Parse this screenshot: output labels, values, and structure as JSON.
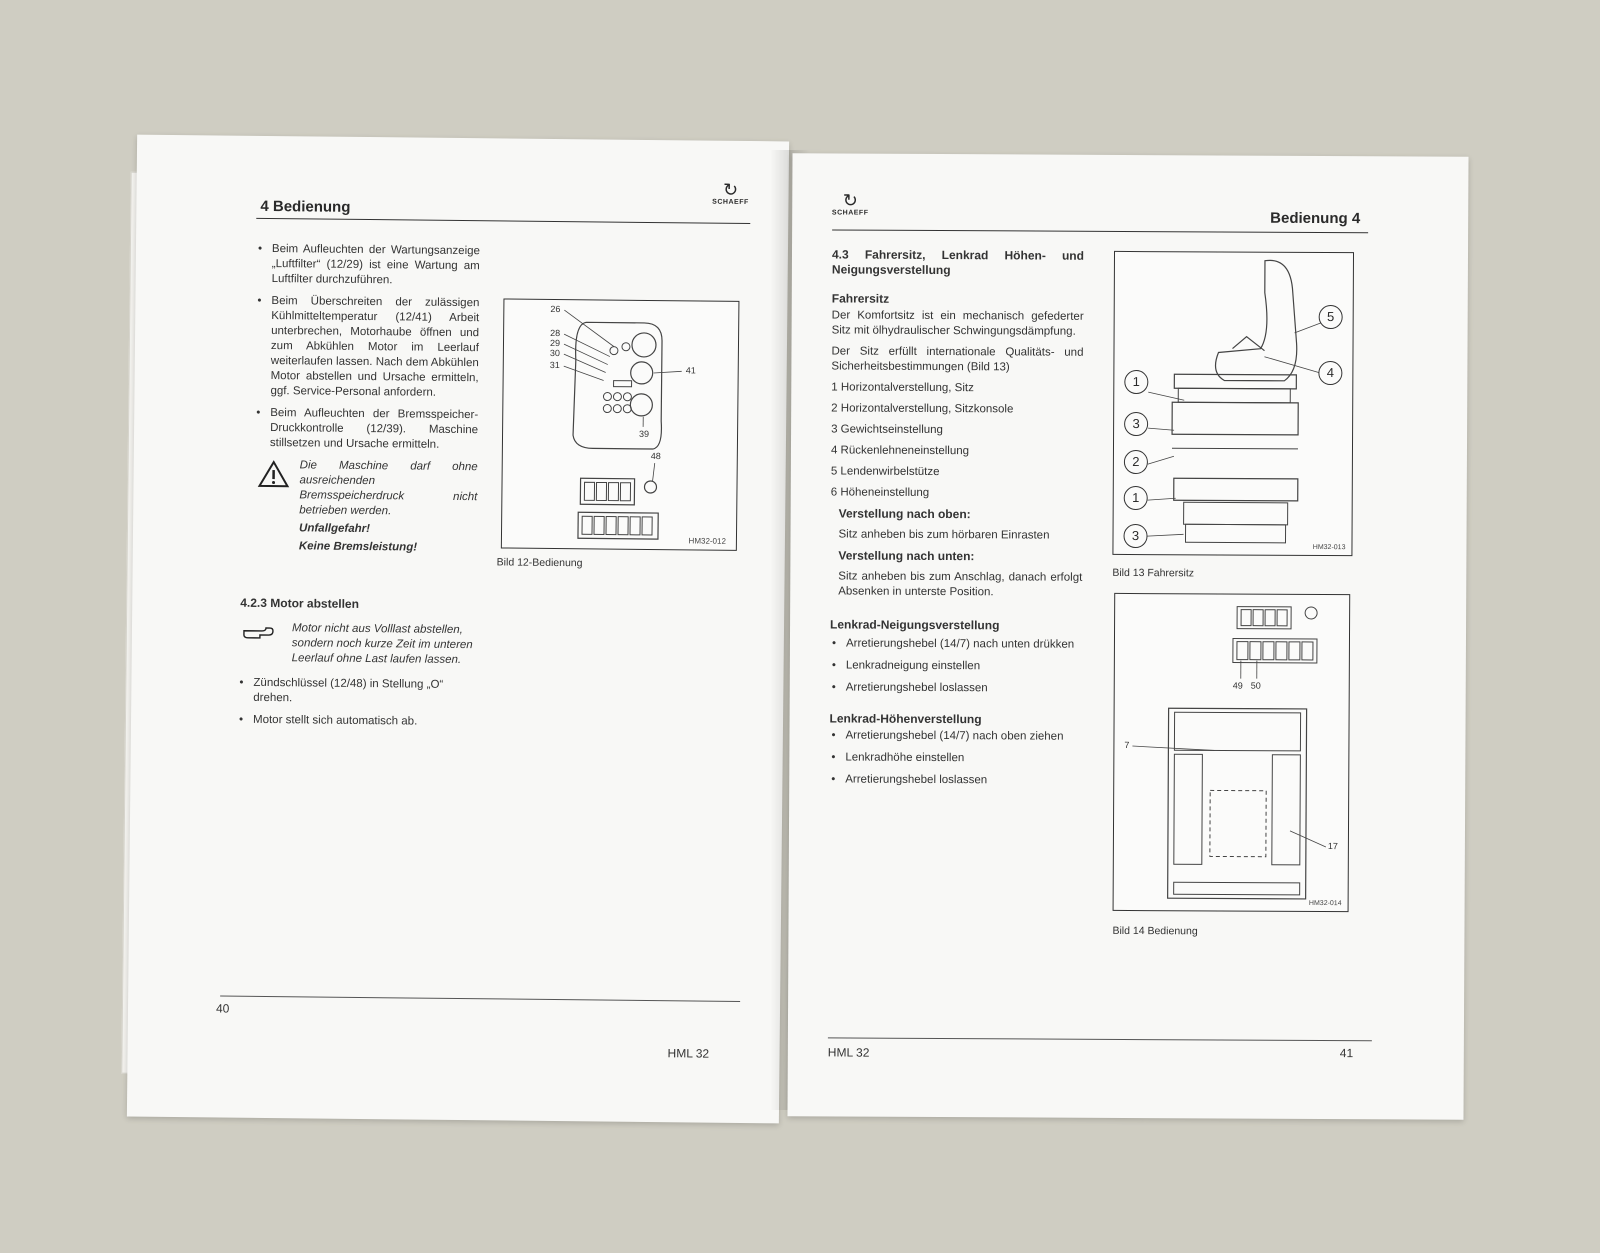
{
  "left": {
    "header": "4 Bedienung",
    "logo": "SCHAEFF",
    "bullets": [
      "Beim Aufleuchten der Wartungsanzeige „Luftfilter“ (12/29) ist eine Wartung am Luftfilter durchzuführen.",
      "Beim Überschreiten der zulässigen Kühlmitteltemperatur (12/41) Arbeit unterbrechen, Motorhaube öffnen und zum Abkühlen Motor im Leerlauf weiterlaufen lassen. Nach dem Abkühlen Motor abstellen und Ursache ermitteln, ggf. Service-Personal anfordern.",
      "Beim Aufleuchten der Bremsspeicher-Druckkontrolle (12/39). Maschine stillsetzen und Ursache ermitteln."
    ],
    "warning": {
      "text": "Die Maschine darf ohne ausreichenden Bremsspeicherdruck nicht betrieben werden.",
      "line1": "Unfallgefahr!",
      "line2": "Keine Bremsleistung!"
    },
    "section": {
      "title": "4.2.3 Motor abstellen",
      "note": "Motor nicht aus Volllast abstellen, sondern noch kurze Zeit im unteren Leerlauf ohne Last laufen lassen.",
      "bullets": [
        "Zündschlüssel (12/48) in Stellung „O“ drehen.",
        "Motor stellt sich automatisch ab."
      ]
    },
    "figure": {
      "caption": "Bild 12-Bedienung",
      "id": "HM32-012",
      "labels": [
        "26",
        "28",
        "29",
        "30",
        "31",
        "41",
        "39",
        "48"
      ]
    },
    "page_number": "40",
    "footer": "HML 32"
  },
  "right": {
    "header": "Bedienung 4",
    "logo": "SCHAEFF",
    "section_title": "4.3 Fahrersitz, Lenkrad Höhen- und Neigungsverstellung",
    "fahrersitz": {
      "title": "Fahrersitz",
      "p1": "Der Komfortsitz ist ein mechanisch gefederter Sitz mit ölhydraulischer Schwingungsdämpfung.",
      "p2": "Der Sitz erfüllt internationale Qualitäts- und Sicherheitsbestimmungen (Bild 13)",
      "items": [
        "1 Horizontalverstellung, Sitz",
        "2 Horizontalverstellung, Sitzkonsole",
        "3 Gewichtseinstellung",
        "4 Rückenlehneneinstellung",
        "5 Lendenwirbelstütze",
        "6 Höheneinstellung"
      ],
      "oben_title": "Verstellung nach oben:",
      "oben_text": "Sitz anheben bis zum hörbaren Einrasten",
      "unten_title": "Verstellung nach unten:",
      "unten_text": "Sitz anheben bis zum Anschlag, danach erfolgt Absenken in unterste Position."
    },
    "neigung": {
      "title": "Lenkrad-Neigungsverstellung",
      "bullets": [
        "Arretierungshebel (14/7) nach unten drükken",
        "Lenkradneigung einstellen",
        "Arretierungshebel loslassen"
      ]
    },
    "hoehe": {
      "title": "Lenkrad-Höhenverstellung",
      "bullets": [
        "Arretierungshebel (14/7) nach oben ziehen",
        "Lenkradhöhe einstellen",
        "Arretierungshebel loslassen"
      ]
    },
    "fig13": {
      "caption": "Bild 13 Fahrersitz",
      "id": "HM32-013",
      "callouts": [
        "5",
        "4",
        "1",
        "3",
        "2",
        "1",
        "3"
      ]
    },
    "fig14": {
      "caption": "Bild 14 Bedienung",
      "id": "HM32-014",
      "labels": [
        "49",
        "50",
        "7",
        "17"
      ]
    },
    "footer": "HML 32",
    "page_number": "41"
  }
}
